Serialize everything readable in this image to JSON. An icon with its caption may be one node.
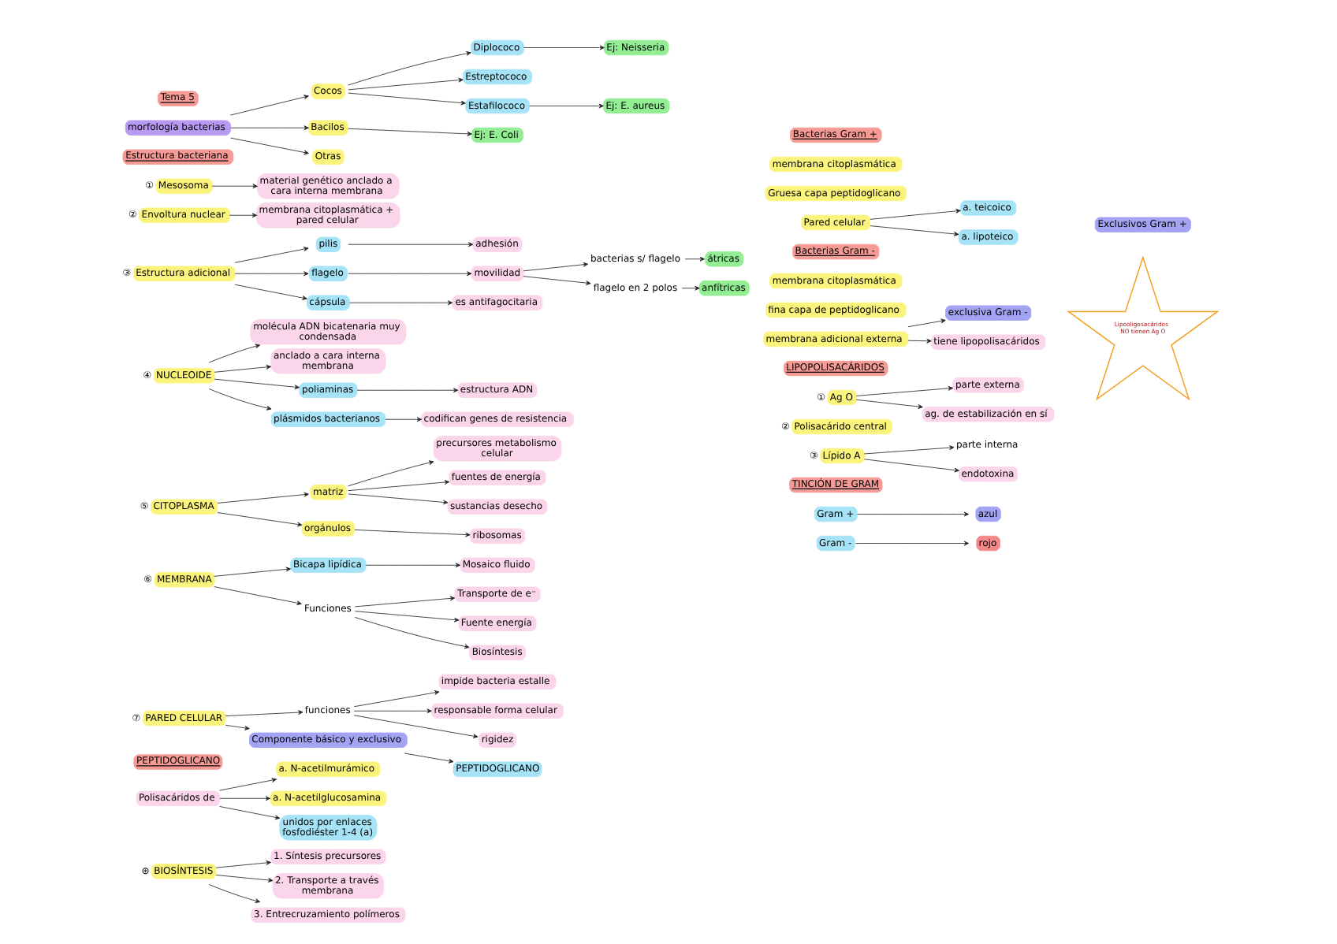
{
  "diagram": {
    "nodes": [
      {
        "text": [
          "Tema 5"
        ]
      },
      {
        "text": [
          "morfología bacterias"
        ]
      },
      {
        "text": [
          "Cocos"
        ]
      },
      {
        "text": [
          "Bacilos"
        ]
      },
      {
        "text": [
          "Otras"
        ]
      },
      {
        "text": [
          "Diplococo"
        ]
      },
      {
        "text": [
          "Estreptococo"
        ]
      },
      {
        "text": [
          "Estafilococo"
        ]
      },
      {
        "text": [
          "Ej: Neisseria"
        ]
      },
      {
        "text": [
          "Ej: E. aureus"
        ]
      },
      {
        "text": [
          "Ej: E. Coli"
        ]
      },
      {
        "text": [
          "Estructura bacteriana"
        ]
      },
      {
        "text": [
          "Mesosoma"
        ],
        "beside": [
          "①"
        ]
      },
      {
        "text": [
          "material genético anclado a cara interna membrana"
        ]
      },
      {
        "text": [
          "Envoltura nuclear"
        ],
        "beside": [
          "②"
        ]
      },
      {
        "text": [
          "membrana citoplasmática + pared celular"
        ]
      },
      {
        "text": [
          "Estructura adicional"
        ],
        "beside": [
          "③"
        ]
      },
      {
        "text": [
          "pilis"
        ]
      },
      {
        "text": [
          "flagelo"
        ]
      },
      {
        "text": [
          "cápsula"
        ]
      },
      {
        "text": [
          "adhesión"
        ]
      },
      {
        "text": [
          "movilidad"
        ]
      },
      {
        "text": [
          "es antifagocitaria"
        ]
      },
      {
        "text": [
          "bacterias s/ flagelo"
        ]
      },
      {
        "text": [
          "átricas"
        ]
      },
      {
        "text": [
          "flagelo en 2 polos"
        ]
      },
      {
        "text": [
          "anfítricas"
        ]
      },
      {
        "text": [
          "NUCLEOIDE"
        ],
        "beside": [
          "④"
        ]
      },
      {
        "text": [
          "molécula ADN bicatenaria muy condensada"
        ]
      },
      {
        "text": [
          "anclado a cara interna membrana"
        ]
      },
      {
        "text": [
          "poliaminas"
        ]
      },
      {
        "text": [
          "estructura ADN"
        ]
      },
      {
        "text": [
          "plásmidos bacterianos"
        ]
      },
      {
        "text": [
          "codifican genes de resistencia"
        ]
      },
      {
        "text": [
          "CITOPLASMA"
        ],
        "beside": [
          "⑤"
        ]
      },
      {
        "text": [
          "matriz"
        ]
      },
      {
        "text": [
          "precursores metabolismo celular"
        ]
      },
      {
        "text": [
          "fuentes de energía"
        ]
      },
      {
        "text": [
          "sustancias desecho"
        ]
      },
      {
        "text": [
          "orgánulos"
        ]
      },
      {
        "text": [
          "ribosomas"
        ]
      },
      {
        "text": [
          "MEMBRANA"
        ],
        "beside": [
          "⑥"
        ]
      },
      {
        "text": [
          "Bicapa lipídica"
        ]
      },
      {
        "text": [
          "Mosaico fluido"
        ]
      },
      {
        "text": [
          "Funciones"
        ]
      },
      {
        "text": [
          "Transporte de e⁻"
        ]
      },
      {
        "text": [
          "Fuente energía"
        ]
      },
      {
        "text": [
          "Biosíntesis"
        ]
      },
      {
        "text": [
          "PARED CELULAR"
        ],
        "beside": [
          "⑦"
        ]
      },
      {
        "text": [
          "funciones"
        ]
      },
      {
        "text": [
          "impide bacteria estalle"
        ]
      },
      {
        "text": [
          "responsable forma celular"
        ]
      },
      {
        "text": [
          "rigidez"
        ]
      },
      {
        "text": [
          "Componente básico y exclusivo"
        ]
      },
      {
        "text": [
          "PEPTIDOGLICANO"
        ]
      },
      {
        "text": [
          "PEPTIDOGLICANO"
        ]
      },
      {
        "text": [
          "Polisacáridos de"
        ]
      },
      {
        "text": [
          "a. N-acetilmurámico"
        ]
      },
      {
        "text": [
          "a. N-acetilglucosamina"
        ]
      },
      {
        "text": [
          "unidos por enlaces fosfodiéster 1-4 (a)"
        ]
      },
      {
        "text": [
          "BIOSÍNTESIS"
        ],
        "beside": [
          "⊛"
        ]
      },
      {
        "text": [
          "1. Síntesis precursores"
        ]
      },
      {
        "text": [
          "2. Transporte a través membrana"
        ]
      },
      {
        "text": [
          "3. Entrecruzamiento polímeros"
        ]
      },
      {
        "text": [
          "Bacterias Gram +"
        ]
      },
      {
        "text": [
          "membrana citoplasmática"
        ]
      },
      {
        "text": [
          "Gruesa capa peptidoglicano"
        ]
      },
      {
        "text": [
          "Pared celular"
        ]
      },
      {
        "text": [
          "a. teicoico"
        ]
      },
      {
        "text": [
          "a. lipoteico"
        ]
      },
      {
        "text": [
          "Exclusivos Gram +"
        ]
      },
      {
        "text": [
          "Bacterias Gram -"
        ]
      },
      {
        "text": [
          "membrana citoplasmática"
        ]
      },
      {
        "text": [
          "fina capa de peptidoglicano"
        ]
      },
      {
        "text": [
          "membrana adicional externa"
        ]
      },
      {
        "text": [
          "exclusiva Gram -"
        ]
      },
      {
        "text": [
          "tiene lipopolisacáridos"
        ]
      },
      {
        "text": [
          "LIPOPOLISACÁRIDOS"
        ]
      },
      {
        "text": [
          "Ag O"
        ],
        "beside": [
          "①"
        ]
      },
      {
        "text": [
          "parte externa"
        ]
      },
      {
        "text": [
          "ag. de estabilización en sí"
        ]
      },
      {
        "text": [
          "Polisacárido central"
        ],
        "beside": [
          "②"
        ]
      },
      {
        "text": [
          "Lípido A"
        ],
        "beside": [
          "③"
        ]
      },
      {
        "text": [
          "parte interna"
        ]
      },
      {
        "text": [
          "endotoxina"
        ]
      },
      {
        "text": [
          "Lipooligosacáridos NO tienen Ag O"
        ]
      },
      {
        "text": [
          "TINCIÓN DE GRAM"
        ]
      },
      {
        "text": [
          "Gram +"
        ]
      },
      {
        "text": [
          "azul"
        ]
      },
      {
        "text": [
          "Gram -"
        ]
      },
      {
        "text": [
          "rojo"
        ]
      }
    ],
    "edges": [
      {
        "from": 1,
        "to": 2,
        "arrow": "to"
      },
      {
        "from": 1,
        "to": 3,
        "arrow": "to"
      },
      {
        "from": 1,
        "to": 4,
        "arrow": "to"
      },
      {
        "from": 2,
        "to": 5,
        "arrow": "to"
      },
      {
        "from": 2,
        "to": 6,
        "arrow": "to"
      },
      {
        "from": 2,
        "to": 7,
        "arrow": "to"
      },
      {
        "from": 5,
        "to": 8,
        "arrow": "to"
      },
      {
        "from": 7,
        "to": 9,
        "arrow": "to"
      },
      {
        "from": 3,
        "to": 10,
        "arrow": "to"
      },
      {
        "from": 12,
        "to": 13,
        "arrow": "to"
      },
      {
        "from": 14,
        "to": 15,
        "arrow": "to"
      },
      {
        "from": 16,
        "to": 17,
        "arrow": "to"
      },
      {
        "from": 16,
        "to": 18,
        "arrow": "to"
      },
      {
        "from": 16,
        "to": 19,
        "arrow": "to"
      },
      {
        "from": 17,
        "to": 20,
        "arrow": "to"
      },
      {
        "from": 18,
        "to": 21,
        "arrow": "to"
      },
      {
        "from": 19,
        "to": 22,
        "arrow": "to"
      },
      {
        "from": 21,
        "to": 23,
        "arrow": "to"
      },
      {
        "from": 21,
        "to": 25,
        "arrow": "to"
      },
      {
        "from": 23,
        "to": 24,
        "arrow": "to"
      },
      {
        "from": 25,
        "to": 26,
        "arrow": "to"
      },
      {
        "from": 27,
        "to": 28,
        "arrow": "to"
      },
      {
        "from": 27,
        "to": 29,
        "arrow": "to"
      },
      {
        "from": 27,
        "to": 30,
        "arrow": "to"
      },
      {
        "from": 27,
        "to": 32,
        "arrow": "to"
      },
      {
        "from": 30,
        "to": 31,
        "arrow": "to"
      },
      {
        "from": 32,
        "to": 33,
        "arrow": "to"
      },
      {
        "from": 34,
        "to": 35,
        "arrow": "to"
      },
      {
        "from": 34,
        "to": 39,
        "arrow": "to"
      },
      {
        "from": 35,
        "to": 36,
        "arrow": "to"
      },
      {
        "from": 35,
        "to": 37,
        "arrow": "to"
      },
      {
        "from": 35,
        "to": 38,
        "arrow": "to"
      },
      {
        "from": 39,
        "to": 40,
        "arrow": "to"
      },
      {
        "from": 41,
        "to": 42,
        "arrow": "to"
      },
      {
        "from": 41,
        "to": 44,
        "arrow": "to"
      },
      {
        "from": 42,
        "to": 43,
        "arrow": "to"
      },
      {
        "from": 44,
        "to": 45,
        "arrow": "to"
      },
      {
        "from": 44,
        "to": 46,
        "arrow": "to"
      },
      {
        "from": 44,
        "to": 47,
        "arrow": "to"
      },
      {
        "from": 48,
        "to": 49,
        "arrow": "to"
      },
      {
        "from": 48,
        "to": 53,
        "arrow": "to"
      },
      {
        "from": 49,
        "to": 50,
        "arrow": "to"
      },
      {
        "from": 49,
        "to": 51,
        "arrow": "to"
      },
      {
        "from": 49,
        "to": 52,
        "arrow": "to"
      },
      {
        "from": 53,
        "to": 54,
        "arrow": "to"
      },
      {
        "from": 56,
        "to": 57,
        "arrow": "to"
      },
      {
        "from": 56,
        "to": 58,
        "arrow": "to"
      },
      {
        "from": 56,
        "to": 59,
        "arrow": "to"
      },
      {
        "from": 60,
        "to": 61,
        "arrow": "to"
      },
      {
        "from": 60,
        "to": 62,
        "arrow": "to"
      },
      {
        "from": 60,
        "to": 63,
        "arrow": "to"
      },
      {
        "from": 67,
        "to": 68,
        "arrow": "to"
      },
      {
        "from": 67,
        "to": 69,
        "arrow": "to"
      },
      {
        "from": 74,
        "to": 75,
        "arrow": "to"
      },
      {
        "from": 74,
        "to": 76,
        "arrow": "to"
      },
      {
        "from": 78,
        "to": 79,
        "arrow": "to"
      },
      {
        "from": 78,
        "to": 80,
        "arrow": "to"
      },
      {
        "from": 82,
        "to": 83,
        "arrow": "to"
      },
      {
        "from": 82,
        "to": 84,
        "arrow": "to"
      },
      {
        "from": 87,
        "to": 88,
        "arrow": "to"
      },
      {
        "from": 89,
        "to": 90,
        "arrow": "to"
      }
    ]
  }
}
